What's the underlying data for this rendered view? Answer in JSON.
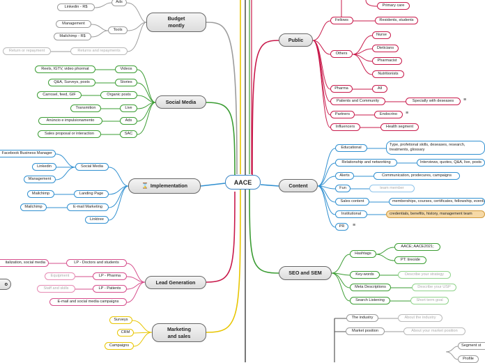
{
  "central": "AACE",
  "colors": {
    "budget": "#9b9b9b",
    "social": "#3a9c32",
    "implementation": "#2f8fd0",
    "lead": "#d64d8b",
    "marketing": "#e8c500",
    "public": "#c8194a",
    "content": "#2f8fd0",
    "seo": "#3a9c32",
    "divider": "#555555"
  },
  "branches": {
    "budget": {
      "title": "Budget montly",
      "ads": "Ads",
      "linkedin": "Linkedin - R$",
      "tools": "Tools",
      "management": "Management",
      "mailchimp": "Mailchimp - R$",
      "returns": "Returns and repayments",
      "return_repayment": "Return or repayment"
    },
    "social": {
      "title": "Social Media",
      "videos": "Videos",
      "videos_detail": "Reels, IGTV, video phormat",
      "stories": "Stories",
      "stories_detail": "Q&A, Surveys, posts",
      "organic": "Organic posts",
      "organic_detail": "Carrosel, feed, GIF",
      "live": "Live",
      "live_detail": "Transmition",
      "ads": "Ads",
      "ads_detail": "Anúncio e impulsionamento",
      "sac": "SAC",
      "sac_detail": "Sales proposal or interaction"
    },
    "implementation": {
      "icon": "hourglass-icon",
      "title": "Implementation",
      "social_media": "Social Media",
      "facebook": "Facebook Business Manager",
      "linkedin": "Linkedin",
      "management": "Management",
      "landing": "Landing Page",
      "mailchimp1": "Mailchimp",
      "email_marketing": "E-mail Marketing",
      "mailchimp2": "Mailchimp",
      "linktree": "Linktree"
    },
    "lead": {
      "title": "Lead Generation",
      "lp_doctors": "LP - Doctors and students",
      "lp_doctors_detail": "italization, social media",
      "lp_pharma": "LP - Pharma",
      "equipment": "Equipment",
      "lp_patients": "LP - Patients",
      "staff": "Staff and skills",
      "email_campaigns": "E-mail and social media campaigns",
      "cut_node": "o"
    },
    "marketing": {
      "title": "Marketing and sales",
      "surveys": "Surveys",
      "crm": "CRM",
      "campaigns": "Campaigns"
    },
    "public": {
      "title": "Public",
      "primary_care": "Primary care",
      "fellows": "Fellows",
      "residents": "Residents, students",
      "others": "Others",
      "nurse": "Nurse",
      "dieticians": "Dieticians",
      "pharmacist": "Pharmacist",
      "nutritionists": "Nutritionists",
      "pharma": "Pharma",
      "all": "All",
      "patients": "Patients and Community",
      "specialty": "Specially with deseases",
      "partners": "Partners",
      "endocrino": "Endocrino",
      "influencers": "Influencers",
      "health_segment": "Health segment"
    },
    "content": {
      "title": "Content",
      "educational": "Educational",
      "educational_detail": "Type, profetional skills, deseases, research, treatments, glossary",
      "relationship": "Relationship and networking",
      "relationship_detail": "Interviews, quotes, Q&A, live, posts",
      "alerts": "Alerts",
      "alerts_detail": "Communication, prodecures, campaigns",
      "fun": "Fun",
      "fun_detail": "team member",
      "sales": "Sales content",
      "sales_detail": "memberships, courses, certificates, fellowship, events",
      "institutional": "Institutional",
      "institutional_detail": "credentials, benefits, history, management team",
      "pr": "PR"
    },
    "seo": {
      "title": "SEO and SEM",
      "hashtags": "Hashtags",
      "hashtags_1": "AACE; AACE2021;",
      "hashtags_2": "PT: tireoide",
      "keywords": "Key-words",
      "keywords_detail": "Describe your strategy",
      "meta": "Meta Descriptions",
      "meta_detail": "Describe your USP",
      "listening": "Search Listening",
      "listening_detail": "Short term goal"
    },
    "market": {
      "industry": "The industry",
      "industry_detail": "About the industry",
      "position": "Market position",
      "position_detail": "About your market position",
      "segment": "Segment st",
      "profile": "Profile"
    }
  }
}
